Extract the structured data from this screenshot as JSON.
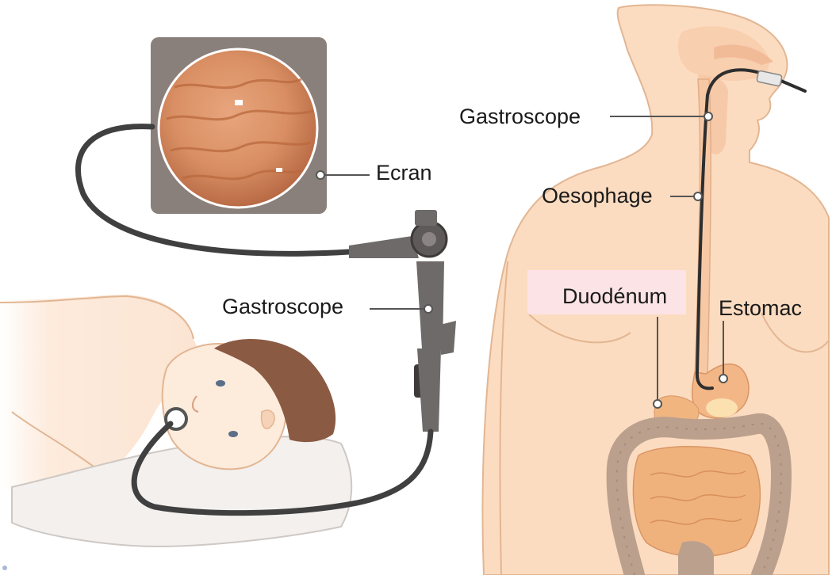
{
  "labels": {
    "screen": "Ecran",
    "scope_left": "Gastroscope",
    "scope_right": "Gastroscope",
    "oesophagus": "Oesophage",
    "duodenum": "Duodénum",
    "stomach": "Estomac"
  },
  "colors": {
    "skin_patient": "#fdebdc",
    "skin_body": "#fcdcc0",
    "body_outline": "#e2b693",
    "hair": "#8b5a43",
    "pillow": "#f3f0ee",
    "monitor": "#8a807b",
    "monitor_screen": "#d98f63",
    "scope_body": "#6e6a69",
    "cable": "#404040",
    "stomach": "#f3b787",
    "intestine_colon": "#bca08e",
    "intestine_small": "#f1b680",
    "leader_line": "#555555"
  }
}
